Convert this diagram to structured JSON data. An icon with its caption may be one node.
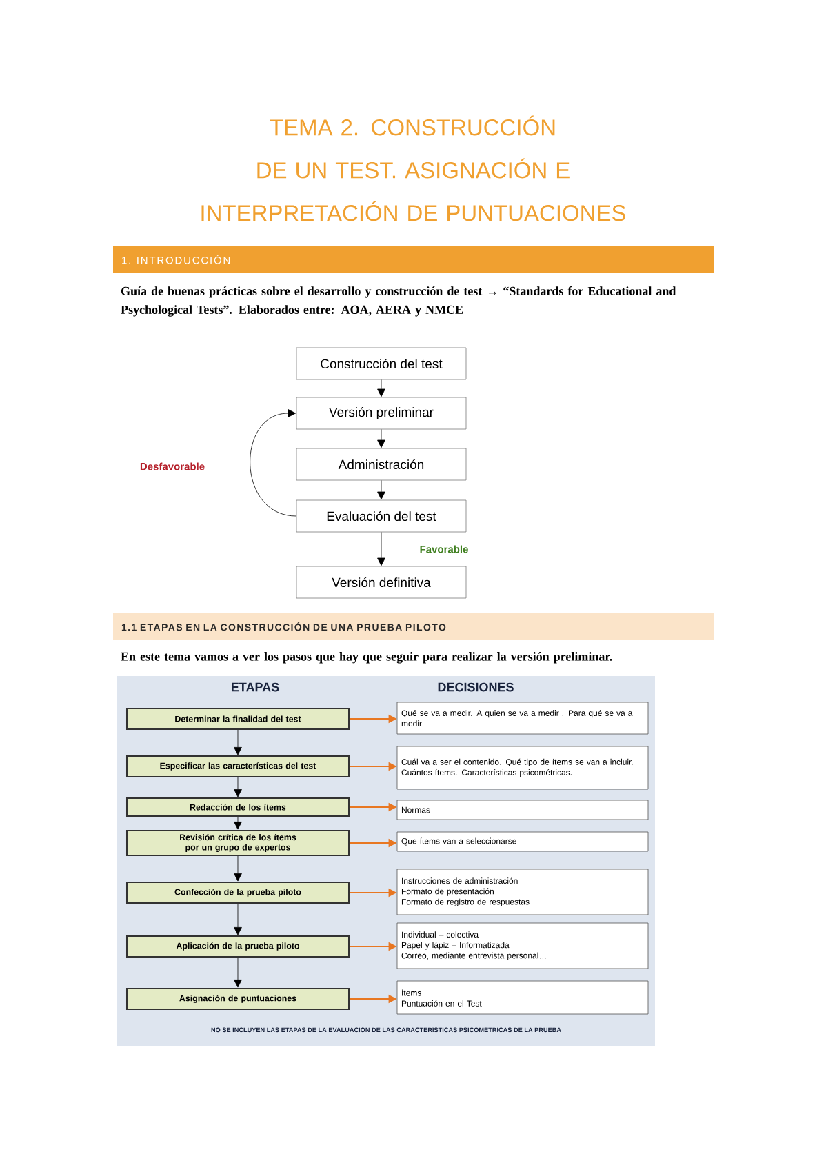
{
  "diagram": {
    "title": "TEMA 2. CONSTRUCCIÓN DE UN TEST. ASIGNACIÓN E INTERPRETACIÓN DE PUNTUACIONES",
    "nodes": [
      {
        "text": [
          "1. INTRODUCCIÓN"
        ]
      },
      {
        "text": [
          "Construcción del test"
        ]
      },
      {
        "text": [
          "Versión preliminar"
        ]
      },
      {
        "text": [
          "Administración"
        ]
      },
      {
        "text": [
          "Evaluación del test"
        ]
      },
      {
        "text": [
          "Versión definitiva"
        ]
      },
      {
        "text": [
          "1.1 ETAPAS EN LA CONSTRUCCIÓN DE UNA PRUEBA PILOTO"
        ]
      },
      {
        "text": [
          "ETAPAS",
          "DECISIONES",
          "NO SE INCLUYEN LAS ETAPAS DE LA EVALUACIÓN DE LAS CARACTERÍSTICAS PSICOMÉTRICAS DE LA PRUEBA"
        ]
      },
      {
        "text": [
          "Determinar la finalidad del test"
        ],
        "in": 7
      },
      {
        "text": [
          "Especificar las características del test"
        ],
        "in": 7
      },
      {
        "text": [
          "Redacción de los ítems"
        ],
        "in": 7
      },
      {
        "text": [
          "Revisión crítica de los ítems por un grupo de expertos"
        ],
        "in": 7
      },
      {
        "text": [
          "Confección de la prueba piloto"
        ],
        "in": 7
      },
      {
        "text": [
          "Aplicación de la prueba piloto"
        ],
        "in": 7
      },
      {
        "text": [
          "Asignación de puntuaciones"
        ],
        "in": 7
      },
      {
        "text": [
          "Qué se va a medir. A quien se va a medir . Para qué se va a medir"
        ],
        "in": 7
      },
      {
        "text": [
          "Cuál va a ser el contenido. Qué tipo de ítems se van a incluir. Cuántos ítems. Características psicométricas."
        ],
        "in": 7
      },
      {
        "text": [
          "Normas"
        ],
        "in": 7
      },
      {
        "text": [
          "Que ítems van a seleccionarse"
        ],
        "in": 7
      },
      {
        "text": [
          "Instrucciones de administración",
          "Formato de presentación",
          "Formato de registro de respuestas"
        ],
        "in": 7
      },
      {
        "text": [
          "Individual – colectiva",
          "Papel y lápiz – Informatizada",
          "Correo, mediante entrevista personal…"
        ],
        "in": 7
      },
      {
        "text": [
          "Ítems",
          "Puntuación en el Test"
        ],
        "in": 7
      }
    ],
    "edges": [
      {
        "from": 1,
        "to": 2,
        "arrow": "to"
      },
      {
        "from": 2,
        "to": 3,
        "arrow": "to"
      },
      {
        "from": 3,
        "to": 4,
        "arrow": "to"
      },
      {
        "from": 4,
        "to": 5,
        "arrow": "to",
        "label": "Favorable"
      },
      {
        "from": 4,
        "to": 2,
        "arrow": "to",
        "label": "Desfavorable"
      },
      {
        "from": 8,
        "to": 9,
        "arrow": "to"
      },
      {
        "from": 9,
        "to": 10,
        "arrow": "to"
      },
      {
        "from": 10,
        "to": 11,
        "arrow": "to"
      },
      {
        "from": 11,
        "to": 12,
        "arrow": "to"
      },
      {
        "from": 12,
        "to": 13,
        "arrow": "to"
      },
      {
        "from": 13,
        "to": 14,
        "arrow": "to"
      },
      {
        "from": 8,
        "to": 15,
        "arrow": "to",
        "color": "#e87722"
      },
      {
        "from": 9,
        "to": 16,
        "arrow": "to",
        "color": "#e87722"
      },
      {
        "from": 10,
        "to": 17,
        "arrow": "to",
        "color": "#e87722"
      },
      {
        "from": 11,
        "to": 18,
        "arrow": "to",
        "color": "#e87722"
      },
      {
        "from": 12,
        "to": 19,
        "arrow": "to",
        "color": "#e87722"
      },
      {
        "from": 13,
        "to": 20,
        "arrow": "to",
        "color": "#e87722"
      },
      {
        "from": 14,
        "to": 21,
        "arrow": "to",
        "color": "#e87722"
      }
    ],
    "labels": [
      "Guía de buenas prácticas sobre el desarrollo y construcción de test → “Standards for Educational and Psychological Tests”. Elaborados entre: AOA, AERA y NMCE",
      "En este tema vamos a ver los pasos que hay que seguir para realizar la versión preliminar."
    ]
  }
}
